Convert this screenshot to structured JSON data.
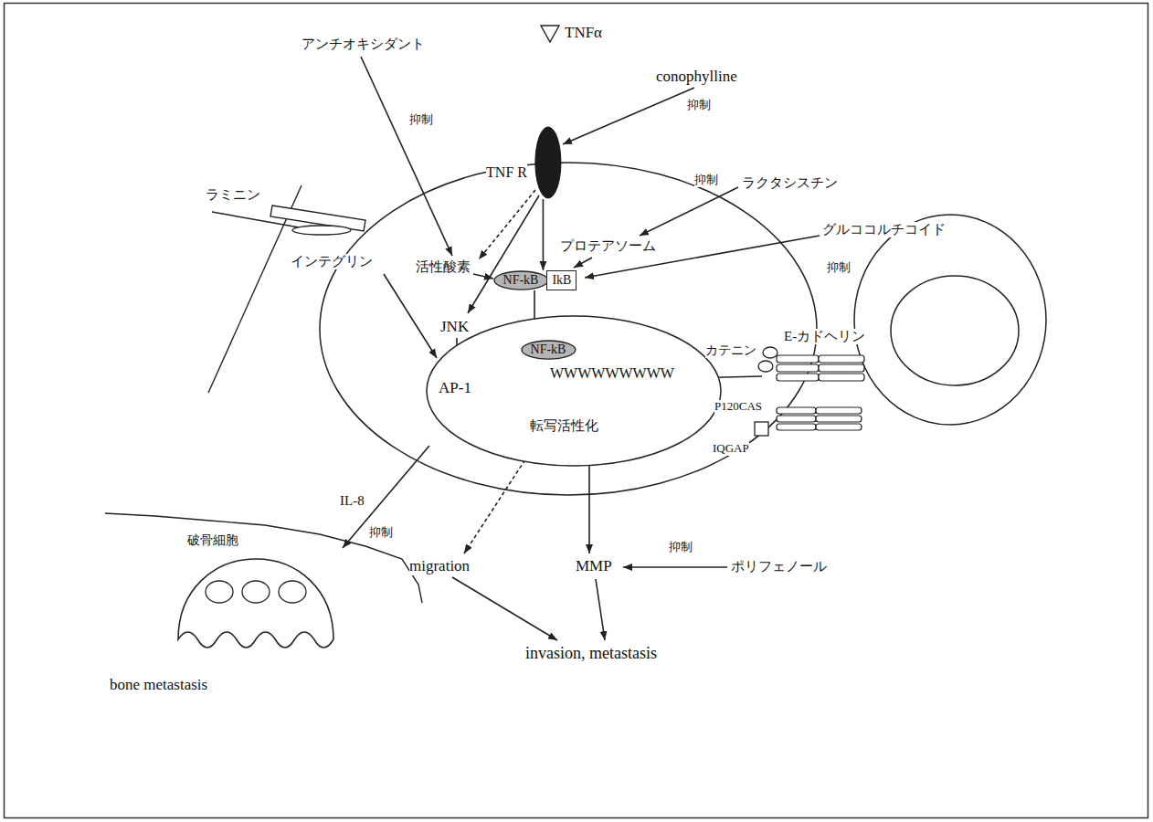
{
  "diagram": {
    "nodes": [
      {
        "text": [
          "TNF R"
        ]
      },
      {
        "text": [
          "NF-kB"
        ]
      },
      {
        "text": [
          "IkB"
        ]
      },
      {
        "text": [
          "AP-1",
          "WWWWWWWWW",
          "転写活性化"
        ]
      },
      {
        "text": [
          "NF-kB"
        ],
        "in": 3
      }
    ],
    "edges": [
      {
        "from": 0,
        "to": 1,
        "arrow": "to"
      },
      {
        "from": 1,
        "to": 4,
        "arrow": "to"
      }
    ],
    "labels": [
      "アンチオキシダント",
      "抑制",
      "TNFα",
      "conophylline",
      "抑制",
      "抑制",
      "ラクタシスチン",
      "プロテアソーム",
      "グルココルチコイド",
      "ラミニン",
      "活性酸素",
      "抑制",
      "インテグリン",
      "JNK",
      "カテニン",
      "E-カドヘリン",
      "P120CAS",
      "IQGAP",
      "IL-8",
      "抑制",
      "破骨細胞",
      "migration",
      "MMP",
      "抑制",
      "ポリフェノール",
      "invasion, metastasis",
      "bone metastasis"
    ]
  }
}
